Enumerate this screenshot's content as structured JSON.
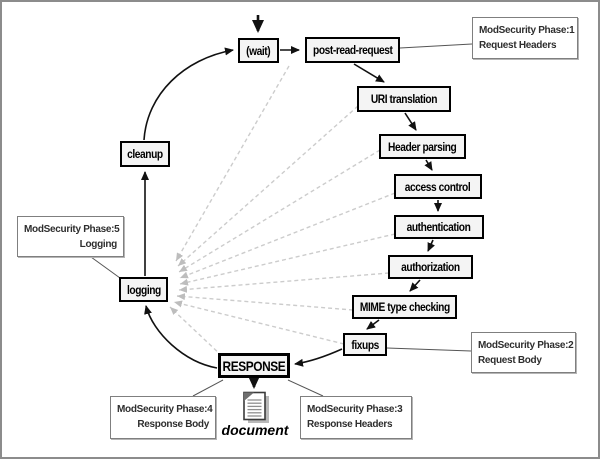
{
  "diagram": {
    "nodes": {
      "wait": {
        "label": "(wait)"
      },
      "post_read": {
        "label": "post-read-request"
      },
      "uri": {
        "label": "URI translation"
      },
      "header": {
        "label": "Header parsing"
      },
      "access": {
        "label": "access control"
      },
      "authn": {
        "label": "authentication"
      },
      "authz": {
        "label": "authorization"
      },
      "mime": {
        "label": "MIME type checking"
      },
      "fixups": {
        "label": "fixups"
      },
      "response": {
        "label": "RESPONSE"
      },
      "logging": {
        "label": "logging"
      },
      "cleanup": {
        "label": "cleanup"
      }
    },
    "annotations": {
      "phase1": {
        "line1": "ModSecurity Phase:1",
        "line2": "Request Headers"
      },
      "phase2": {
        "line1": "ModSecurity Phase:2",
        "line2": "Request Body"
      },
      "phase3": {
        "line1": "ModSecurity Phase:3",
        "line2": "Response Headers"
      },
      "phase4": {
        "line1": "ModSecurity Phase:4",
        "line2": "Response Body"
      },
      "phase5": {
        "line1": "ModSecurity Phase:5",
        "line2": "Logging"
      }
    },
    "document": {
      "label": "document",
      "icon": "document-icon"
    },
    "colors": {
      "background": "#ffffff",
      "frame_border": "#8c8c8c",
      "node_fill": "#f4f4f4",
      "node_border": "#000000",
      "solid_arrow": "#111111",
      "dashed_arrow": "#cccccc",
      "annotation_border": "#7f7f7f",
      "annotation_text": "#2e2e2e"
    }
  }
}
